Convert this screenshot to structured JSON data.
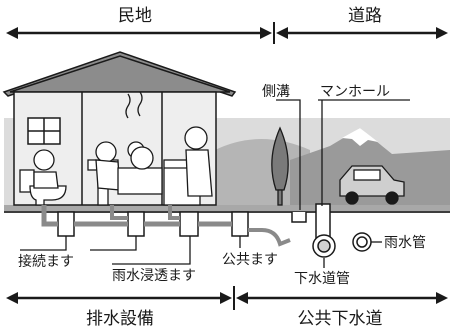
{
  "regions": {
    "private_land": "民地",
    "road": "道路",
    "drainage_facility": "排水設備",
    "public_sewer": "公共下水道"
  },
  "labels": {
    "side_ditch": "側溝",
    "manhole": "マンホール",
    "connection_basin": "接続ます",
    "rain_infiltration_basin": "雨水浸透ます",
    "public_basin": "公共ます",
    "storm_pipe": "雨水管",
    "sewer_pipe": "下水道管"
  },
  "colors": {
    "sky": "#dcdcdc",
    "mountain": "#9a9a9a",
    "snow": "#ffffff",
    "ground": "#a8a8a8",
    "house_wall": "#eeeeee",
    "roof": "#8c8c8c",
    "line": "#1a1a1a"
  }
}
